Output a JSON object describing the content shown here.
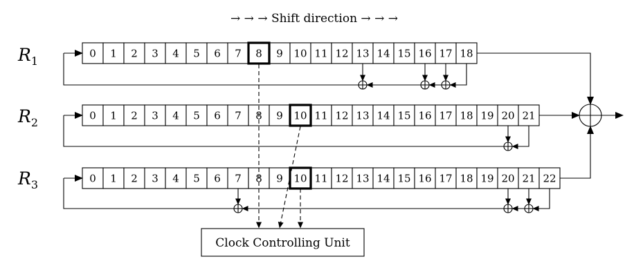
{
  "title": "→ → → Shift direction → → →",
  "registers": [
    {
      "name": "R",
      "subscript": "1",
      "cells": [
        "0",
        "1",
        "2",
        "3",
        "4",
        "5",
        "6",
        "7",
        "8",
        "9",
        "10",
        "11",
        "12",
        "13",
        "14",
        "15",
        "16",
        "17",
        "18"
      ],
      "clock_bit": "8",
      "taps": [
        "13",
        "16",
        "17",
        "18"
      ]
    },
    {
      "name": "R",
      "subscript": "2",
      "cells": [
        "0",
        "1",
        "2",
        "3",
        "4",
        "5",
        "6",
        "7",
        "8",
        "9",
        "10",
        "11",
        "12",
        "13",
        "14",
        "15",
        "16",
        "17",
        "18",
        "19",
        "20",
        "21"
      ],
      "clock_bit": "10",
      "taps": [
        "20",
        "21"
      ]
    },
    {
      "name": "R",
      "subscript": "3",
      "cells": [
        "0",
        "1",
        "2",
        "3",
        "4",
        "5",
        "6",
        "7",
        "8",
        "9",
        "10",
        "11",
        "12",
        "13",
        "14",
        "15",
        "16",
        "17",
        "18",
        "19",
        "20",
        "21",
        "22"
      ],
      "clock_bit": "10",
      "taps": [
        "7",
        "20",
        "21",
        "22"
      ]
    }
  ],
  "clock_unit": {
    "label": "Clock Controlling Unit"
  },
  "icons": {
    "xor": "xor-circle-icon",
    "arrow": "arrow-head-icon"
  }
}
